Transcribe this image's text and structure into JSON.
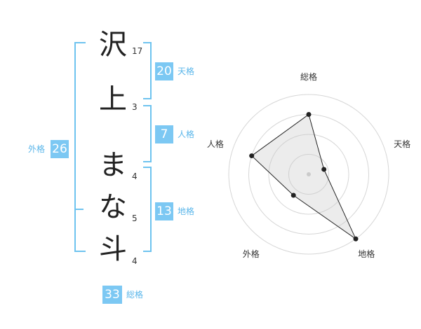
{
  "name": {
    "chars": [
      {
        "char": "沢",
        "strokes": "17"
      },
      {
        "char": "上",
        "strokes": "3"
      },
      {
        "char": "ま",
        "strokes": "4"
      },
      {
        "char": "な",
        "strokes": "5"
      },
      {
        "char": "斗",
        "strokes": "4"
      }
    ]
  },
  "kaku": {
    "tenkaku": {
      "value": "20",
      "label": "天格"
    },
    "jinkaku": {
      "value": "7",
      "label": "人格"
    },
    "chikaku": {
      "value": "13",
      "label": "地格"
    },
    "gaikaku": {
      "value": "26",
      "label": "外格"
    },
    "soukaku": {
      "value": "33",
      "label": "総格"
    }
  },
  "chart_data": {
    "type": "radar",
    "axes": [
      "総格",
      "天格",
      "地格",
      "外格",
      "人格"
    ],
    "rings": 4,
    "values": [
      3,
      0.8,
      4,
      1.3,
      3
    ],
    "max": 4,
    "grid": true
  }
}
